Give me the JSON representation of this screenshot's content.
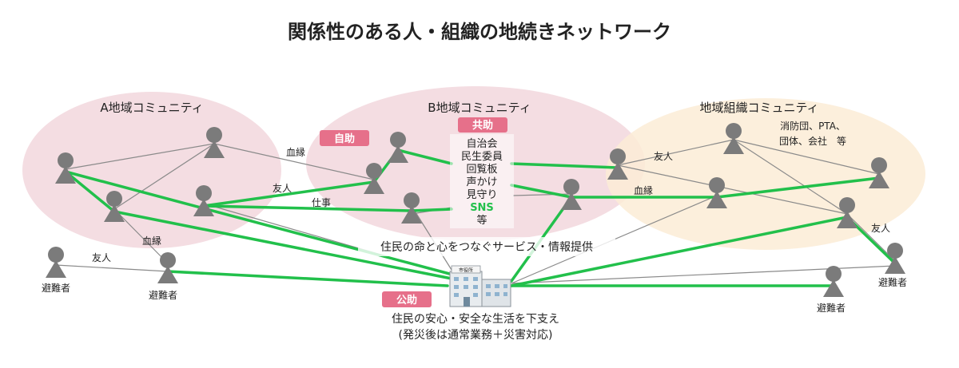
{
  "title": "関係性のある人・組織の地続きネットワーク",
  "communities": {
    "a": {
      "label": "A地域コミュニティ",
      "color": "#f4dde2"
    },
    "b": {
      "label": "B地域コミュニティ",
      "color": "#f4dde2"
    },
    "org": {
      "label": "地域組織コミュニティ",
      "color": "#fbecd6",
      "members_line1": "消防団、PTA、",
      "members_line2": "団体、会社　等"
    }
  },
  "badges": {
    "jijo": "自助",
    "kyojo": "共助",
    "kojo": "公助",
    "color": "#e6708a"
  },
  "kyojo_items": [
    "自治会",
    "民生委員",
    "回覧板",
    "声かけ",
    "見守り",
    "SNS",
    "等"
  ],
  "relations": {
    "ketsuen1": "血縁",
    "yujin1": "友人",
    "shigoto": "仕事",
    "ketsuen2": "血縁",
    "yujin2": "友人",
    "ketsuen3": "血縁",
    "yujin3": "友人",
    "yujin4": "友人"
  },
  "evacuees": {
    "left1": "避難者",
    "left2": "避難者",
    "right1": "避難者",
    "right2": "避難者"
  },
  "service_text": "住民の命と心をつなぐサービス・情報提供",
  "city_hall": {
    "sign": "市役所"
  },
  "kojo_text_line1": "住民の安心・安全な生活を下支え",
  "kojo_text_line2": "(発災後は通常業務＋災害対応)",
  "colors": {
    "green": "#22c04b",
    "grey": "#7b7b7b",
    "sns": "#22c04b"
  }
}
